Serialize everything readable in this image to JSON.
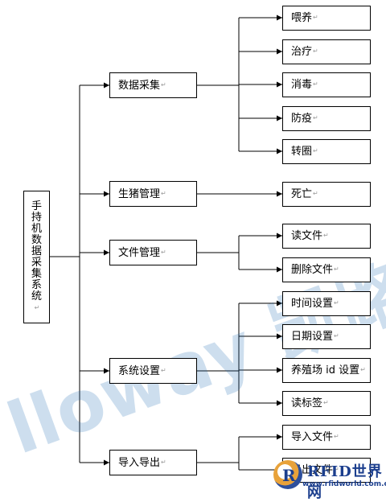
{
  "root": "手持机数据采集系统",
  "return_mark": "↵",
  "categories": [
    {
      "label": "数据采集",
      "children": [
        "喂养",
        "治疗",
        "消毒",
        "防疫",
        "转圈"
      ]
    },
    {
      "label": "生猪管理",
      "children": [
        "死亡"
      ]
    },
    {
      "label": "文件管理",
      "children": [
        "读文件",
        "删除文件"
      ]
    },
    {
      "label": "系统设置",
      "children": [
        "时间设置",
        "日期设置",
        "养殖场 id 设置",
        "读标签"
      ]
    },
    {
      "label": "导入导出",
      "children": [
        "导入文件",
        "导出文件"
      ]
    }
  ],
  "watermark": {
    "text": "lloway 凯路威",
    "color": "#1f6fb5"
  },
  "logo": {
    "text": "RFID世界网",
    "url": "www.rfidworld.com.cn"
  }
}
